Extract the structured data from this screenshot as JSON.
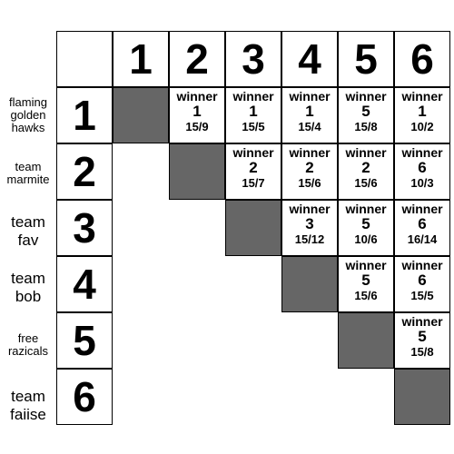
{
  "header": {
    "corner": "",
    "columns": [
      "1",
      "2",
      "3",
      "4",
      "5",
      "6"
    ]
  },
  "rows": [
    {
      "number": "1",
      "team": "flaming golden hawks"
    },
    {
      "number": "2",
      "team": "team marmite"
    },
    {
      "number": "3",
      "team": "team fav"
    },
    {
      "number": "4",
      "team": "team bob"
    },
    {
      "number": "5",
      "team": "free razicals"
    },
    {
      "number": "6",
      "team": "team faiise"
    }
  ],
  "winner_label": "winner",
  "results": {
    "r1c2": {
      "winner": "1",
      "score": "15/9"
    },
    "r1c3": {
      "winner": "1",
      "score": "15/5"
    },
    "r1c4": {
      "winner": "1",
      "score": "15/4"
    },
    "r1c5": {
      "winner": "5",
      "score": "15/8"
    },
    "r1c6": {
      "winner": "1",
      "score": "10/2"
    },
    "r2c3": {
      "winner": "2",
      "score": "15/7"
    },
    "r2c4": {
      "winner": "2",
      "score": "15/6"
    },
    "r2c5": {
      "winner": "2",
      "score": "15/6"
    },
    "r2c6": {
      "winner": "6",
      "score": "10/3"
    },
    "r3c4": {
      "winner": "3",
      "score": "15/12"
    },
    "r3c5": {
      "winner": "5",
      "score": "10/6"
    },
    "r3c6": {
      "winner": "6",
      "score": "16/14"
    },
    "r4c5": {
      "winner": "5",
      "score": "15/6"
    },
    "r4c6": {
      "winner": "6",
      "score": "15/5"
    },
    "r5c6": {
      "winner": "5",
      "score": "15/8"
    }
  },
  "colors": {
    "diagonal": "#666666",
    "border": "#000000",
    "background": "#ffffff"
  }
}
